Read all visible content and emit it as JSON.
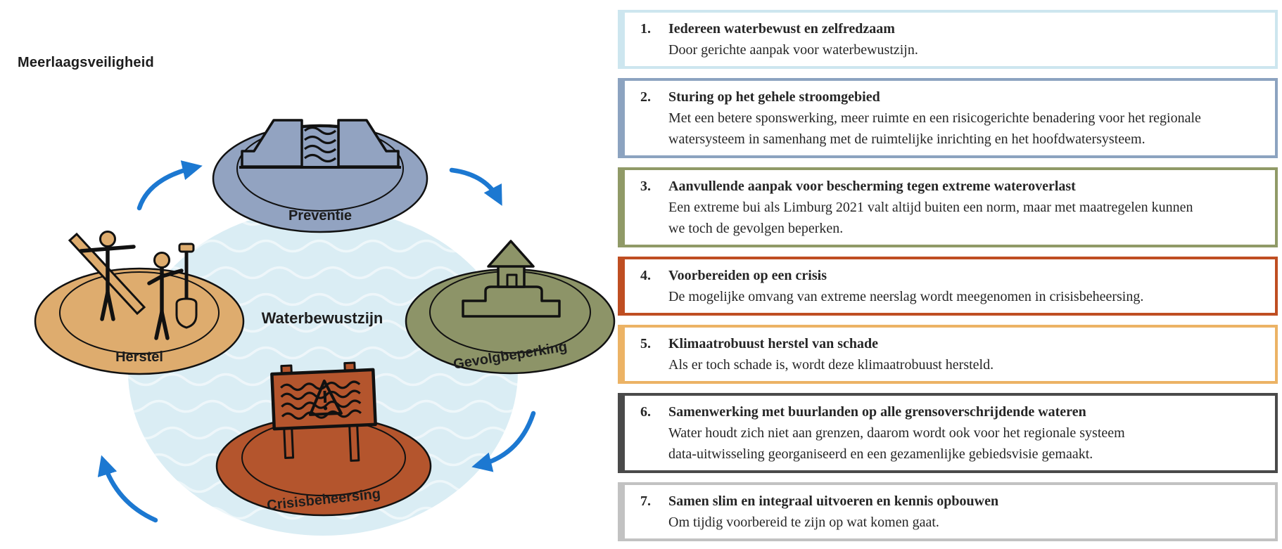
{
  "diagram": {
    "title": "Meerlaagsveiligheid",
    "center_label": "Waterbewustzijn",
    "water_color": "#daedf4",
    "wave_color": "#ffffff",
    "outline_color": "#111111",
    "arrow_color": "#1c78d1",
    "islands": [
      {
        "id": "preventie",
        "label": "Preventie",
        "color": "#92a3c1",
        "icon": "dam-sluice-icon"
      },
      {
        "id": "gevolgbeperking",
        "label": "Gevolgbeperking",
        "color": "#8d9468",
        "icon": "house-on-mound-icon"
      },
      {
        "id": "crisisbeheersing",
        "label": "Crisisbeheersing",
        "color": "#b4552d",
        "icon": "flood-warning-sign-icon"
      },
      {
        "id": "herstel",
        "label": "Herstel",
        "color": "#deac6e",
        "icon": "people-with-tools-icon"
      }
    ]
  },
  "list": {
    "items": [
      {
        "number": "1.",
        "title": "Iedereen waterbewust en zelfredzaam",
        "body": "Door gerichte aanpak voor waterbewustzijn.",
        "border_color": "#cde6ef"
      },
      {
        "number": "2.",
        "title": "Sturing op het gehele stroomgebied",
        "body": "Met een betere sponswerking, meer ruimte en een risicogerichte benadering voor het regionale\nwatersysteem in samenhang met de ruimtelijke inrichting en het hoofdwatersysteem.",
        "border_color": "#8ca3c0"
      },
      {
        "number": "3.",
        "title": "Aanvullende aanpak voor bescherming tegen extreme wateroverlast",
        "body": "Een extreme bui als Limburg 2021 valt altijd buiten een norm, maar met maatregelen kunnen\nwe toch de gevolgen beperken.",
        "border_color": "#909a67"
      },
      {
        "number": "4.",
        "title": "Voorbereiden op een crisis",
        "body": "De mogelijke omvang van extreme neerslag wordt meegenomen in crisisbeheersing.",
        "border_color": "#bf4e22"
      },
      {
        "number": "5.",
        "title": "Klimaatrobuust herstel van schade",
        "body": "Als er toch schade is, wordt deze klimaatrobuust hersteld.",
        "border_color": "#ecb365"
      },
      {
        "number": "6.",
        "title": "Samenwerking met buurlanden op alle grensoverschrijdende wateren",
        "body": "Water houdt zich niet aan grenzen, daarom wordt ook voor het regionale systeem\ndata-uitwisseling georganiseerd en een gezamenlijke gebiedsvisie gemaakt.",
        "border_color": "#4a4a4a"
      },
      {
        "number": "7.",
        "title": "Samen slim en integraal uitvoeren en kennis opbouwen",
        "body": "Om tijdig voorbereid te zijn op wat komen gaat.",
        "border_color": "#c2c2c2"
      }
    ]
  }
}
